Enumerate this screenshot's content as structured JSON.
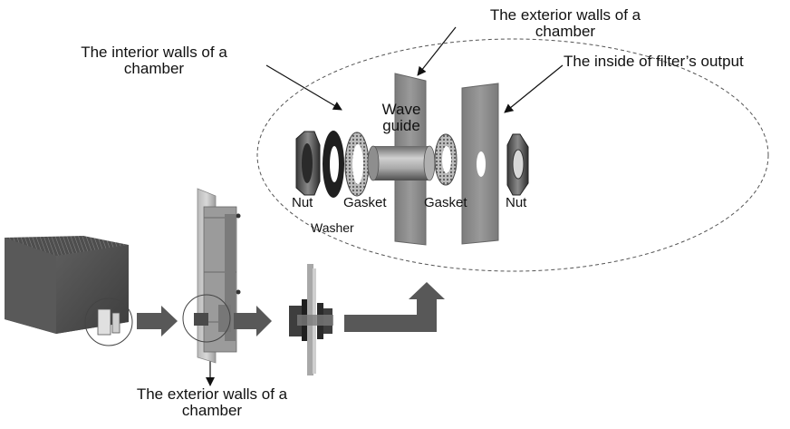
{
  "labels": {
    "interior_walls_line1": "The interior walls of a",
    "interior_walls_line2": "chamber",
    "exterior_walls_top_line1": "The exterior walls of a",
    "exterior_walls_top_line2": "chamber",
    "inside_filter_output": "The inside of filter’s output",
    "wave_guide_line1": "Wave",
    "wave_guide_line2": "guide",
    "nut_left": "Nut",
    "washer": "Washer",
    "gasket_left": "Gasket",
    "gasket_right": "Gasket",
    "nut_right": "Nut",
    "exterior_walls_bottom_line1": "The exterior walls of a",
    "exterior_walls_bottom_line2": "chamber"
  },
  "colors": {
    "arrow": "#585858",
    "plate": "#8c8c8c",
    "text": "#111111"
  }
}
